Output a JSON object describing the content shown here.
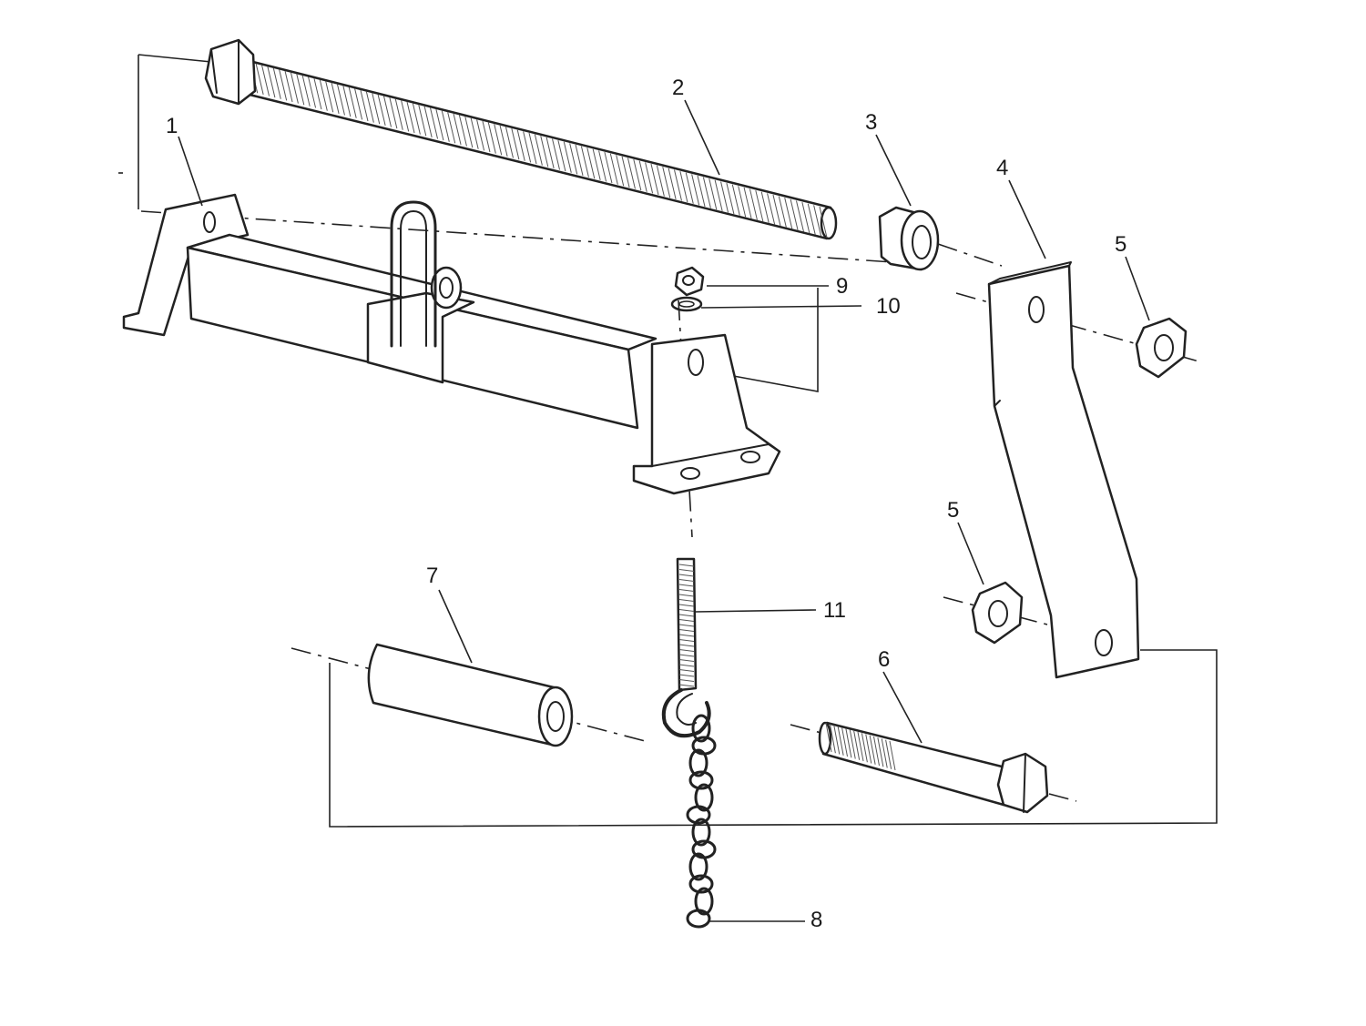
{
  "callouts": {
    "c1": "1",
    "c2": "2",
    "c3": "3",
    "c4": "4",
    "c5a": "5",
    "c5b": "5",
    "c6": "6",
    "c7": "7",
    "c8": "8",
    "c9": "9",
    "c10": "10",
    "c11": "11"
  },
  "colors": {
    "ink": "#222222",
    "paper": "#ffffff"
  }
}
